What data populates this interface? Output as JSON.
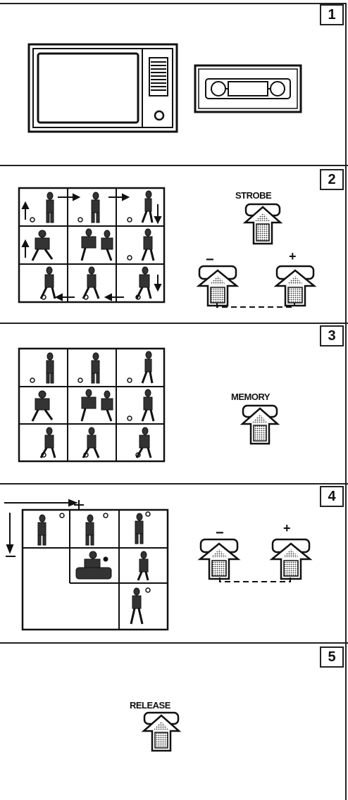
{
  "steps": [
    {
      "number": "1"
    },
    {
      "number": "2",
      "button": "STROBE",
      "minus": "−",
      "plus": "+"
    },
    {
      "number": "3",
      "button": "MEMORY"
    },
    {
      "number": "4",
      "minus": "−",
      "plus": "+"
    },
    {
      "number": "5",
      "button": "RELEASE"
    }
  ]
}
